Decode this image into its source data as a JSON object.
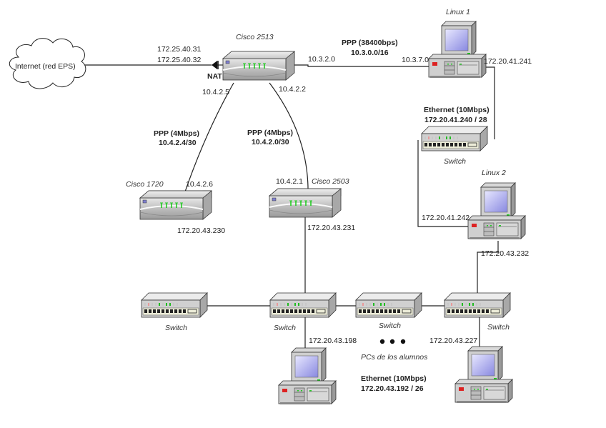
{
  "cloud": {
    "label": "Internet (red EPS)"
  },
  "nat": {
    "label": "NAT",
    "ip1": "172.25.40.31",
    "ip2": "172.25.40.32"
  },
  "routers": {
    "cisco2513": {
      "name": "Cisco 2513",
      "ip_s0": "10.3.2.0",
      "ip_left": "10.4.2.5",
      "ip_right": "10.4.2.2"
    },
    "cisco1720": {
      "name": "Cisco 1720",
      "ip_wan": "10.4.2.6",
      "ip_lan": "172.20.43.230"
    },
    "cisco2503": {
      "name": "Cisco 2503",
      "ip_wan": "10.4.2.1",
      "ip_lan": "172.20.43.231"
    }
  },
  "links": {
    "ppp_linux": {
      "title": "PPP  (38400bps)",
      "net": "10.3.0.0/16"
    },
    "ppp_1720": {
      "title": "PPP  (4Mbps)",
      "net": "10.4.2.4/30"
    },
    "ppp_2503": {
      "title": "PPP  (4Mbps)",
      "net": "10.4.2.0/30"
    },
    "eth_linux": {
      "title": "Ethernet  (10Mbps)",
      "net": "172.20.41.240 / 28"
    },
    "eth_lab": {
      "title": "Ethernet  (10Mbps)",
      "net": "172.20.43.192 / 26"
    }
  },
  "hosts": {
    "linux1": {
      "name": "Linux 1",
      "ip_ppp": "10.3.7.0",
      "ip_eth": "172.20.41.241"
    },
    "linux2": {
      "name": "Linux 2",
      "ip_eth": "172.20.41.242",
      "ip_lab": "172.20.43.232"
    },
    "pc_left": {
      "ip": "172.20.43.198"
    },
    "pc_right": {
      "ip": "172.20.43.227"
    }
  },
  "switches": {
    "sw_linux": {
      "label": "Switch"
    },
    "sw_far_left": {
      "label": "Switch"
    },
    "sw_center": {
      "label": "Switch"
    },
    "sw_mid": {
      "label": "Switch"
    },
    "sw_right": {
      "label": "Switch"
    }
  },
  "students": {
    "label": "PCs de los alumnos",
    "ellipsis": "●  ●  ●"
  },
  "colors": {
    "led_green": "#22cc22",
    "led_red": "#dd2222",
    "screen": "#b8b8f0",
    "device_body": "#d8d8d8"
  }
}
